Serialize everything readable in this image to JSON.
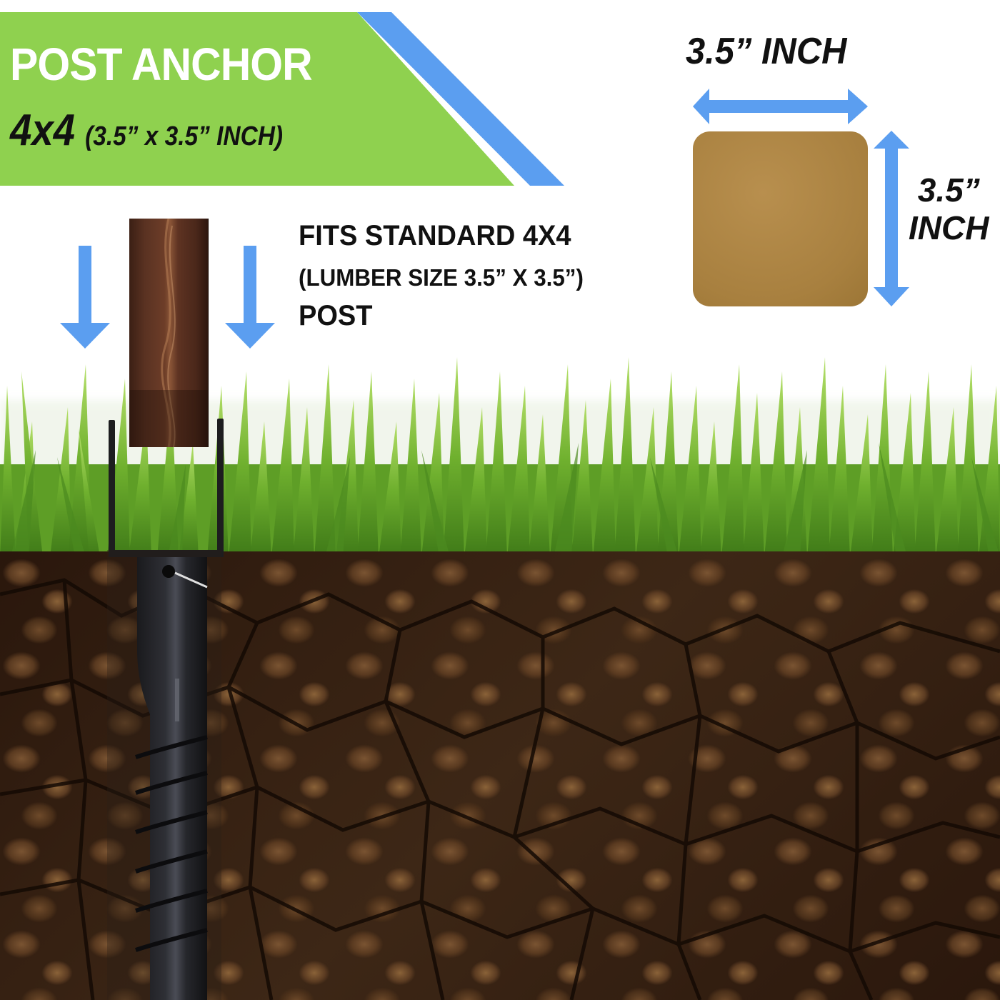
{
  "banner": {
    "title": "POST ANCHOR",
    "size_main": "4x4",
    "size_detail": "(3.5” x 3.5” INCH)",
    "colors": {
      "green": "#8fd14f",
      "blue": "#5b9ef0",
      "title_text": "#ffffff",
      "size_text": "#111111"
    }
  },
  "callout": {
    "line1": "FITS STANDARD 4X4",
    "line2": "(LUMBER SIZE 3.5” X 3.5”)",
    "line3": "POST"
  },
  "dimension_diagram": {
    "width_label": "3.5” INCH",
    "height_label_line1": "3.5”",
    "height_label_line2": "INCH",
    "swatch_color": "#a8803f",
    "arrow_color": "#5b9ef0"
  },
  "illustration": {
    "arrows": [
      "down-arrow-left",
      "down-arrow-right"
    ],
    "post_material": "stained wood 4x4 post",
    "anchor": "black ground screw post anchor with U-bracket",
    "ground_layers": [
      "grass",
      "cracked soil"
    ]
  }
}
